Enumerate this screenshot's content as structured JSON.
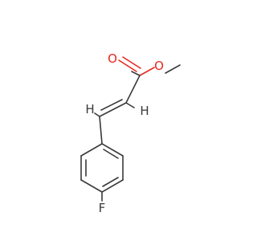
{
  "molecule": {
    "atoms": {
      "oxygen_carbonyl": {
        "label": "O",
        "color": "#e8271e"
      },
      "oxygen_ester": {
        "label": "O",
        "color": "#e8271e"
      },
      "hydrogen_alpha": {
        "label": "H",
        "color": "#3a3a3a"
      },
      "hydrogen_beta": {
        "label": "H",
        "color": "#3a3a3a"
      },
      "fluorine": {
        "label": "F",
        "color": "#3a3a3a"
      }
    },
    "bond_color": "#3a3a3a",
    "heteroatom_color": "#e8271e"
  }
}
